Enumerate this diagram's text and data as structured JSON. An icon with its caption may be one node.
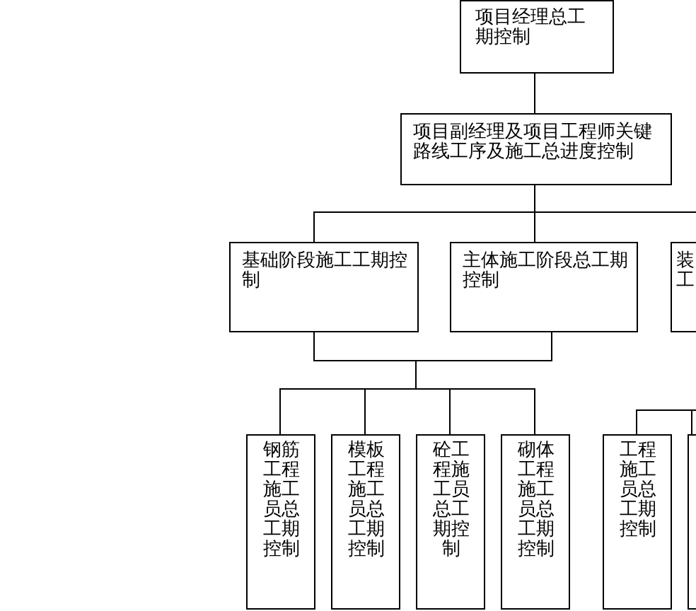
{
  "diagram": {
    "nodes": [
      {
        "text": [
          "项目经理总工期控制"
        ]
      },
      {
        "text": [
          "项目副经理及项目工程师关键路线工序及施工总进度控制"
        ]
      },
      {
        "text": [
          "基础阶段施工工期控制"
        ]
      },
      {
        "text": [
          "主体施工阶段总工期控制"
        ]
      },
      {
        "text": [
          "装工"
        ]
      },
      {
        "text": [
          "钢筋工程施工员总工期控制"
        ]
      },
      {
        "text": [
          "模板工程施工员总工期控制"
        ]
      },
      {
        "text": [
          "砼工程施工员总工期控制"
        ]
      },
      {
        "text": [
          "砌体工程施工员总工期控制"
        ]
      },
      {
        "text": [
          "工程施工员总工期控制"
        ]
      },
      {
        "text": [],
        "shape": "box"
      }
    ],
    "edges": [
      {
        "from": 0,
        "to": 1,
        "arrow": "none"
      },
      {
        "from": 1,
        "to": 2,
        "arrow": "none"
      },
      {
        "from": 1,
        "to": 3,
        "arrow": "none"
      },
      {
        "from": 1,
        "to": 4,
        "arrow": "none"
      },
      {
        "from": 2,
        "to": 5,
        "arrow": "none"
      },
      {
        "from": 2,
        "to": 6,
        "arrow": "none"
      },
      {
        "from": 2,
        "to": 7,
        "arrow": "none"
      },
      {
        "from": 2,
        "to": 8,
        "arrow": "none"
      },
      {
        "from": 3,
        "to": 5,
        "arrow": "none"
      },
      {
        "from": 3,
        "to": 6,
        "arrow": "none"
      },
      {
        "from": 3,
        "to": 7,
        "arrow": "none"
      },
      {
        "from": 3,
        "to": 8,
        "arrow": "none"
      },
      {
        "from": 4,
        "to": 9,
        "arrow": "none"
      },
      {
        "from": 4,
        "to": 10,
        "arrow": "none"
      }
    ]
  }
}
